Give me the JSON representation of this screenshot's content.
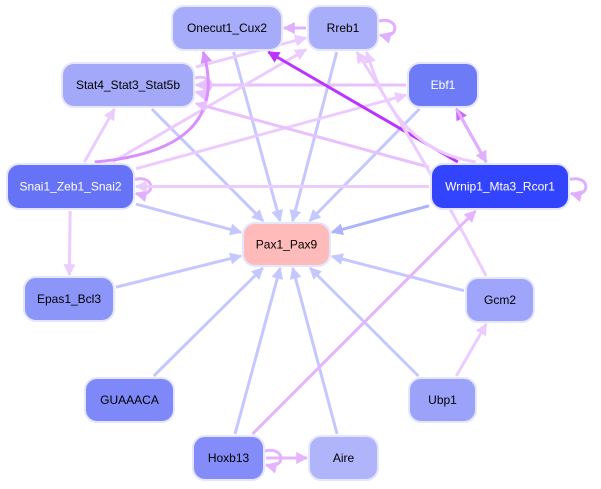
{
  "nodes": [
    {
      "id": "Onecut1_Cux2",
      "label": "Onecut1_Cux2",
      "fill": "#a6acfa",
      "text": "#000000"
    },
    {
      "id": "Rreb1",
      "label": "Rreb1",
      "fill": "#a9aefa",
      "text": "#000000"
    },
    {
      "id": "Stat4_Stat3_Stat5b",
      "label": "Stat4_Stat3_Stat5b",
      "fill": "#a3a9f8",
      "text": "#000000"
    },
    {
      "id": "Ebf1",
      "label": "Ebf1",
      "fill": "#6e7bf7",
      "text": "#ffffff"
    },
    {
      "id": "Snai1_Zeb1_Snai2",
      "label": "Snai1_Zeb1_Snai2",
      "fill": "#6673f6",
      "text": "#ffffff"
    },
    {
      "id": "Wrnip1_Mta3_Rcor1",
      "label": "Wrnip1_Mta3_Rcor1",
      "fill": "#3344ff",
      "text": "#ffffff"
    },
    {
      "id": "Pax1_Pax9",
      "label": "Pax1_Pax9",
      "fill": "#ffbaba",
      "text": "#000000"
    },
    {
      "id": "Epas1_Bcl3",
      "label": "Epas1_Bcl3",
      "fill": "#8c95f8",
      "text": "#000000"
    },
    {
      "id": "Gcm2",
      "label": "Gcm2",
      "fill": "#9ea5fa",
      "text": "#000000"
    },
    {
      "id": "GUAAACA",
      "label": "GUAAACA",
      "fill": "#7e88f8",
      "text": "#000000"
    },
    {
      "id": "Ubp1",
      "label": "Ubp1",
      "fill": "#9ba2fa",
      "text": "#000000"
    },
    {
      "id": "Hoxb13",
      "label": "Hoxb13",
      "fill": "#838cf8",
      "text": "#000000"
    },
    {
      "id": "Aire",
      "label": "Aire",
      "fill": "#b0b5fb",
      "text": "#000000"
    }
  ],
  "edges": [
    {
      "from": "Onecut1_Cux2",
      "to": "Pax1_Pax9",
      "color": "#c4c8ff"
    },
    {
      "from": "Rreb1",
      "to": "Pax1_Pax9",
      "color": "#c4c8ff"
    },
    {
      "from": "Stat4_Stat3_Stat5b",
      "to": "Pax1_Pax9",
      "color": "#c4c8ff"
    },
    {
      "from": "Ebf1",
      "to": "Pax1_Pax9",
      "color": "#c4c8ff"
    },
    {
      "from": "Snai1_Zeb1_Snai2",
      "to": "Pax1_Pax9",
      "color": "#c4c8ff"
    },
    {
      "from": "Wrnip1_Mta3_Rcor1",
      "to": "Pax1_Pax9",
      "color": "#adb3ff"
    },
    {
      "from": "Epas1_Bcl3",
      "to": "Pax1_Pax9",
      "color": "#c4c8ff"
    },
    {
      "from": "Gcm2",
      "to": "Pax1_Pax9",
      "color": "#c4c8ff"
    },
    {
      "from": "GUAAACA",
      "to": "Pax1_Pax9",
      "color": "#c4c8ff"
    },
    {
      "from": "Ubp1",
      "to": "Pax1_Pax9",
      "color": "#c4c8ff"
    },
    {
      "from": "Hoxb13",
      "to": "Pax1_Pax9",
      "color": "#c4c8ff"
    },
    {
      "from": "Aire",
      "to": "Pax1_Pax9",
      "color": "#c4c8ff"
    },
    {
      "from": "Rreb1",
      "to": "Onecut1_Cux2",
      "color": "#e0b0ff"
    },
    {
      "from": "Rreb1",
      "to": "Rreb1",
      "color": "#e0b0ff"
    },
    {
      "from": "Ebf1",
      "to": "Stat4_Stat3_Stat5b",
      "color": "#e8c0ff"
    },
    {
      "from": "Stat4_Stat3_Stat5b",
      "to": "Rreb1",
      "color": "#ecccff"
    },
    {
      "from": "Stat4_Stat3_Stat5b",
      "to": "Stat4_Stat3_Stat5b",
      "color": "#e8c0ff"
    },
    {
      "from": "Snai1_Zeb1_Snai2",
      "to": "Rreb1",
      "color": "#ecccff"
    },
    {
      "from": "Snai1_Zeb1_Snai2",
      "to": "Onecut1_Cux2",
      "color": "#d890ff"
    },
    {
      "from": "Snai1_Zeb1_Snai2",
      "to": "Ebf1",
      "color": "#ecccff"
    },
    {
      "from": "Snai1_Zeb1_Snai2",
      "to": "Stat4_Stat3_Stat5b",
      "color": "#ecccff"
    },
    {
      "from": "Snai1_Zeb1_Snai2",
      "to": "Snai1_Zeb1_Snai2",
      "color": "#e0b0ff"
    },
    {
      "from": "Snai1_Zeb1_Snai2",
      "to": "Epas1_Bcl3",
      "color": "#ecccff"
    },
    {
      "from": "Wrnip1_Mta3_Rcor1",
      "to": "Onecut1_Cux2",
      "color": "#bb33ff"
    },
    {
      "from": "Wrnip1_Mta3_Rcor1",
      "to": "Stat4_Stat3_Stat5b",
      "color": "#e8c0ff"
    },
    {
      "from": "Wrnip1_Mta3_Rcor1",
      "to": "Snai1_Zeb1_Snai2",
      "color": "#ecccff"
    },
    {
      "from": "Wrnip1_Mta3_Rcor1",
      "to": "Ebf1",
      "color": "#cc66ff"
    },
    {
      "from": "Ebf1",
      "to": "Wrnip1_Mta3_Rcor1",
      "color": "#e0b0ff"
    },
    {
      "from": "Wrnip1_Mta3_Rcor1",
      "to": "Wrnip1_Mta3_Rcor1",
      "color": "#e0b0ff"
    },
    {
      "from": "Wrnip1_Mta3_Rcor1",
      "to": "Rreb1",
      "color": "#ecccff"
    },
    {
      "from": "Gcm2",
      "to": "Rreb1",
      "color": "#ecccff"
    },
    {
      "from": "Ubp1",
      "to": "Gcm2",
      "color": "#ecccff"
    },
    {
      "from": "Hoxb13",
      "to": "Wrnip1_Mta3_Rcor1",
      "color": "#e4b4ff"
    },
    {
      "from": "Hoxb13",
      "to": "Aire",
      "color": "#e4b4ff"
    },
    {
      "from": "Hoxb13",
      "to": "Hoxb13",
      "color": "#e4b4ff"
    }
  ]
}
